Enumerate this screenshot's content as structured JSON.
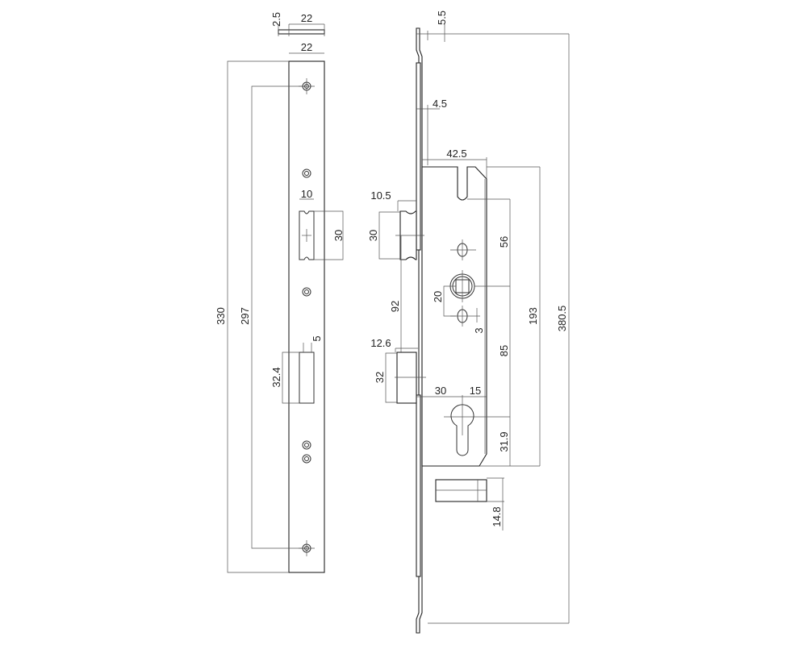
{
  "colors": {
    "line": "#333333",
    "background": "#ffffff"
  },
  "strike_plate": {
    "thickness": "2.5",
    "width_top": "22",
    "width": "22",
    "overall_length": "330",
    "hole_spacing": "297",
    "latch_cutout_width": "10",
    "latch_cutout_height": "30",
    "bolt_cutout_height": "32.4",
    "bolt_cutout_offset": "5"
  },
  "lock_body": {
    "faceplate_thickness": "5.5",
    "offset": "4.5",
    "backset": "42.5",
    "latch_projection": "10.5",
    "latch_height": "30",
    "handle_distance": "56",
    "latch_to_bolt": "92",
    "spindle_square": "20",
    "hole_offset": "3",
    "total_case_height": "193",
    "overall_length": "380.5",
    "bolt_projection": "12.6",
    "bolt_height": "32",
    "handle_to_cylinder": "85",
    "cylinder_backset": "30",
    "cylinder_offset": "15",
    "cylinder_to_bottom": "31.9",
    "lower_bolt_height": "14.8"
  }
}
